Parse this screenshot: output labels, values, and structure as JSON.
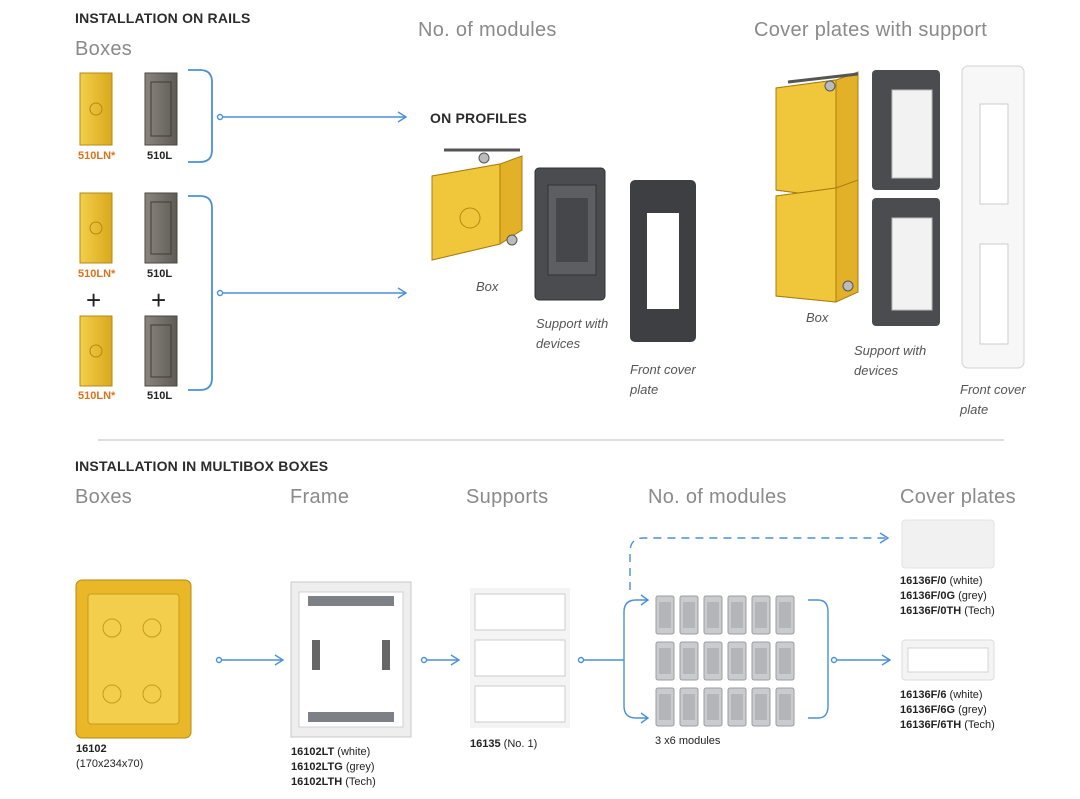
{
  "rails": {
    "title": "INSTALLATION ON RAILS",
    "boxes_head": "Boxes",
    "modules_head": "No. of modules",
    "cover_head": "Cover plates with support",
    "on_profiles": "ON PROFILES",
    "code_yellow": "510LN*",
    "code_grey": "510L",
    "plus": "+",
    "left_captions": {
      "box": "Box",
      "support": "Support with devices",
      "front": "Front cover plate"
    },
    "right_captions": {
      "box": "Box",
      "support": "Support with devices",
      "front": "Front cover plate"
    }
  },
  "multibox": {
    "title": "INSTALLATION IN MULTIBOX BOXES",
    "heads": [
      "Boxes",
      "Frame",
      "Supports",
      "No. of modules",
      "Cover plates"
    ],
    "box": {
      "code": "16102",
      "dims": "(170x234x70)"
    },
    "frame": [
      {
        "code": "16102LT",
        "note": "(white)"
      },
      {
        "code": "16102LTG",
        "note": "(grey)"
      },
      {
        "code": "16102LTH",
        "note": "(Tech)"
      }
    ],
    "support": {
      "code": "16135",
      "note": "(No. 1)"
    },
    "modules_label": "3 x6 modules",
    "cover_top": [
      {
        "code": "16136F/0",
        "note": "(white)"
      },
      {
        "code": "16136F/0G",
        "note": "(grey)"
      },
      {
        "code": "16136F/0TH",
        "note": "(Tech)"
      }
    ],
    "cover_bottom": [
      {
        "code": "16136F/6",
        "note": "(white)"
      },
      {
        "code": "16136F/6G",
        "note": "(grey)"
      },
      {
        "code": "16136F/6TH",
        "note": "(Tech)"
      }
    ]
  },
  "colors": {
    "arrow": "#4a90d9",
    "yellow": "#e8b82a",
    "grey_box": "#6e6a64",
    "dark_plate": "#3c3e40",
    "orange_code": "#d8731b"
  }
}
